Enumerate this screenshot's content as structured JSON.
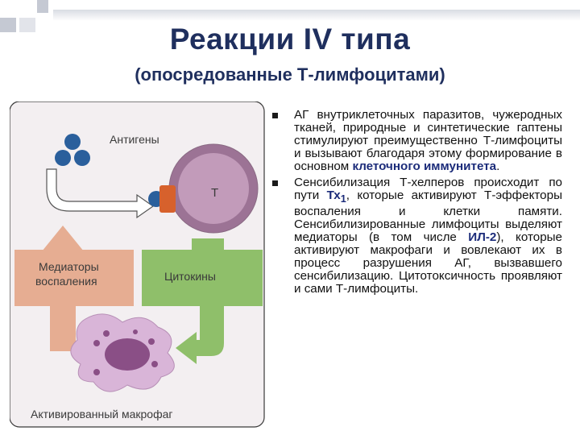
{
  "title": "Реакции IV типа",
  "subtitle": "(опосредованные Т-лимфоцитами)",
  "figure": {
    "antigens_label": "Антигены",
    "cell_label": "Т",
    "mediators_line1": "Медиаторы",
    "mediators_line2": "воспаления",
    "cytokines_label": "Цитокины",
    "macrophage_label": "Активированный макрофаг"
  },
  "bullets": {
    "p1_text": "АГ внутриклеточных паразитов, чужеродных тканей, природные и синтетические гаптены стимулируют преимущественно Т-лимфоциты и вызывают благодаря этому формирование в основном ",
    "p1_highlight": "клеточного иммунитета",
    "p1_end": ".",
    "p2_part1": "Сенсибилизация Т-хелперов происходит по пути ",
    "p2_tx": "Тх",
    "p2_tx_sub": "1",
    "p2_part2": ", которые активируют Т-эффекторы воспаления и клетки памяти. Сенсибилизированные лимфоциты выделяют медиаторы (в том числе ",
    "p2_il": "ИЛ-2",
    "p2_part3": "), которые активируют макрофаги и вовлекают их в процесс разрушения АГ, вызвавшего сенсибилизацию. Цитотоксичность проявляют и сами Т-лимфоциты."
  },
  "colors": {
    "title": "#1f2f5e",
    "highlight": "#1c2c7a",
    "antigen_blue": "#2a5f9c",
    "t_cell": "#b48aa8",
    "receptor": "#d7612c",
    "mediators_box": "#e6ad92",
    "cytokines_box": "#8fbf6a",
    "macrophage": "#d9b5d8"
  }
}
